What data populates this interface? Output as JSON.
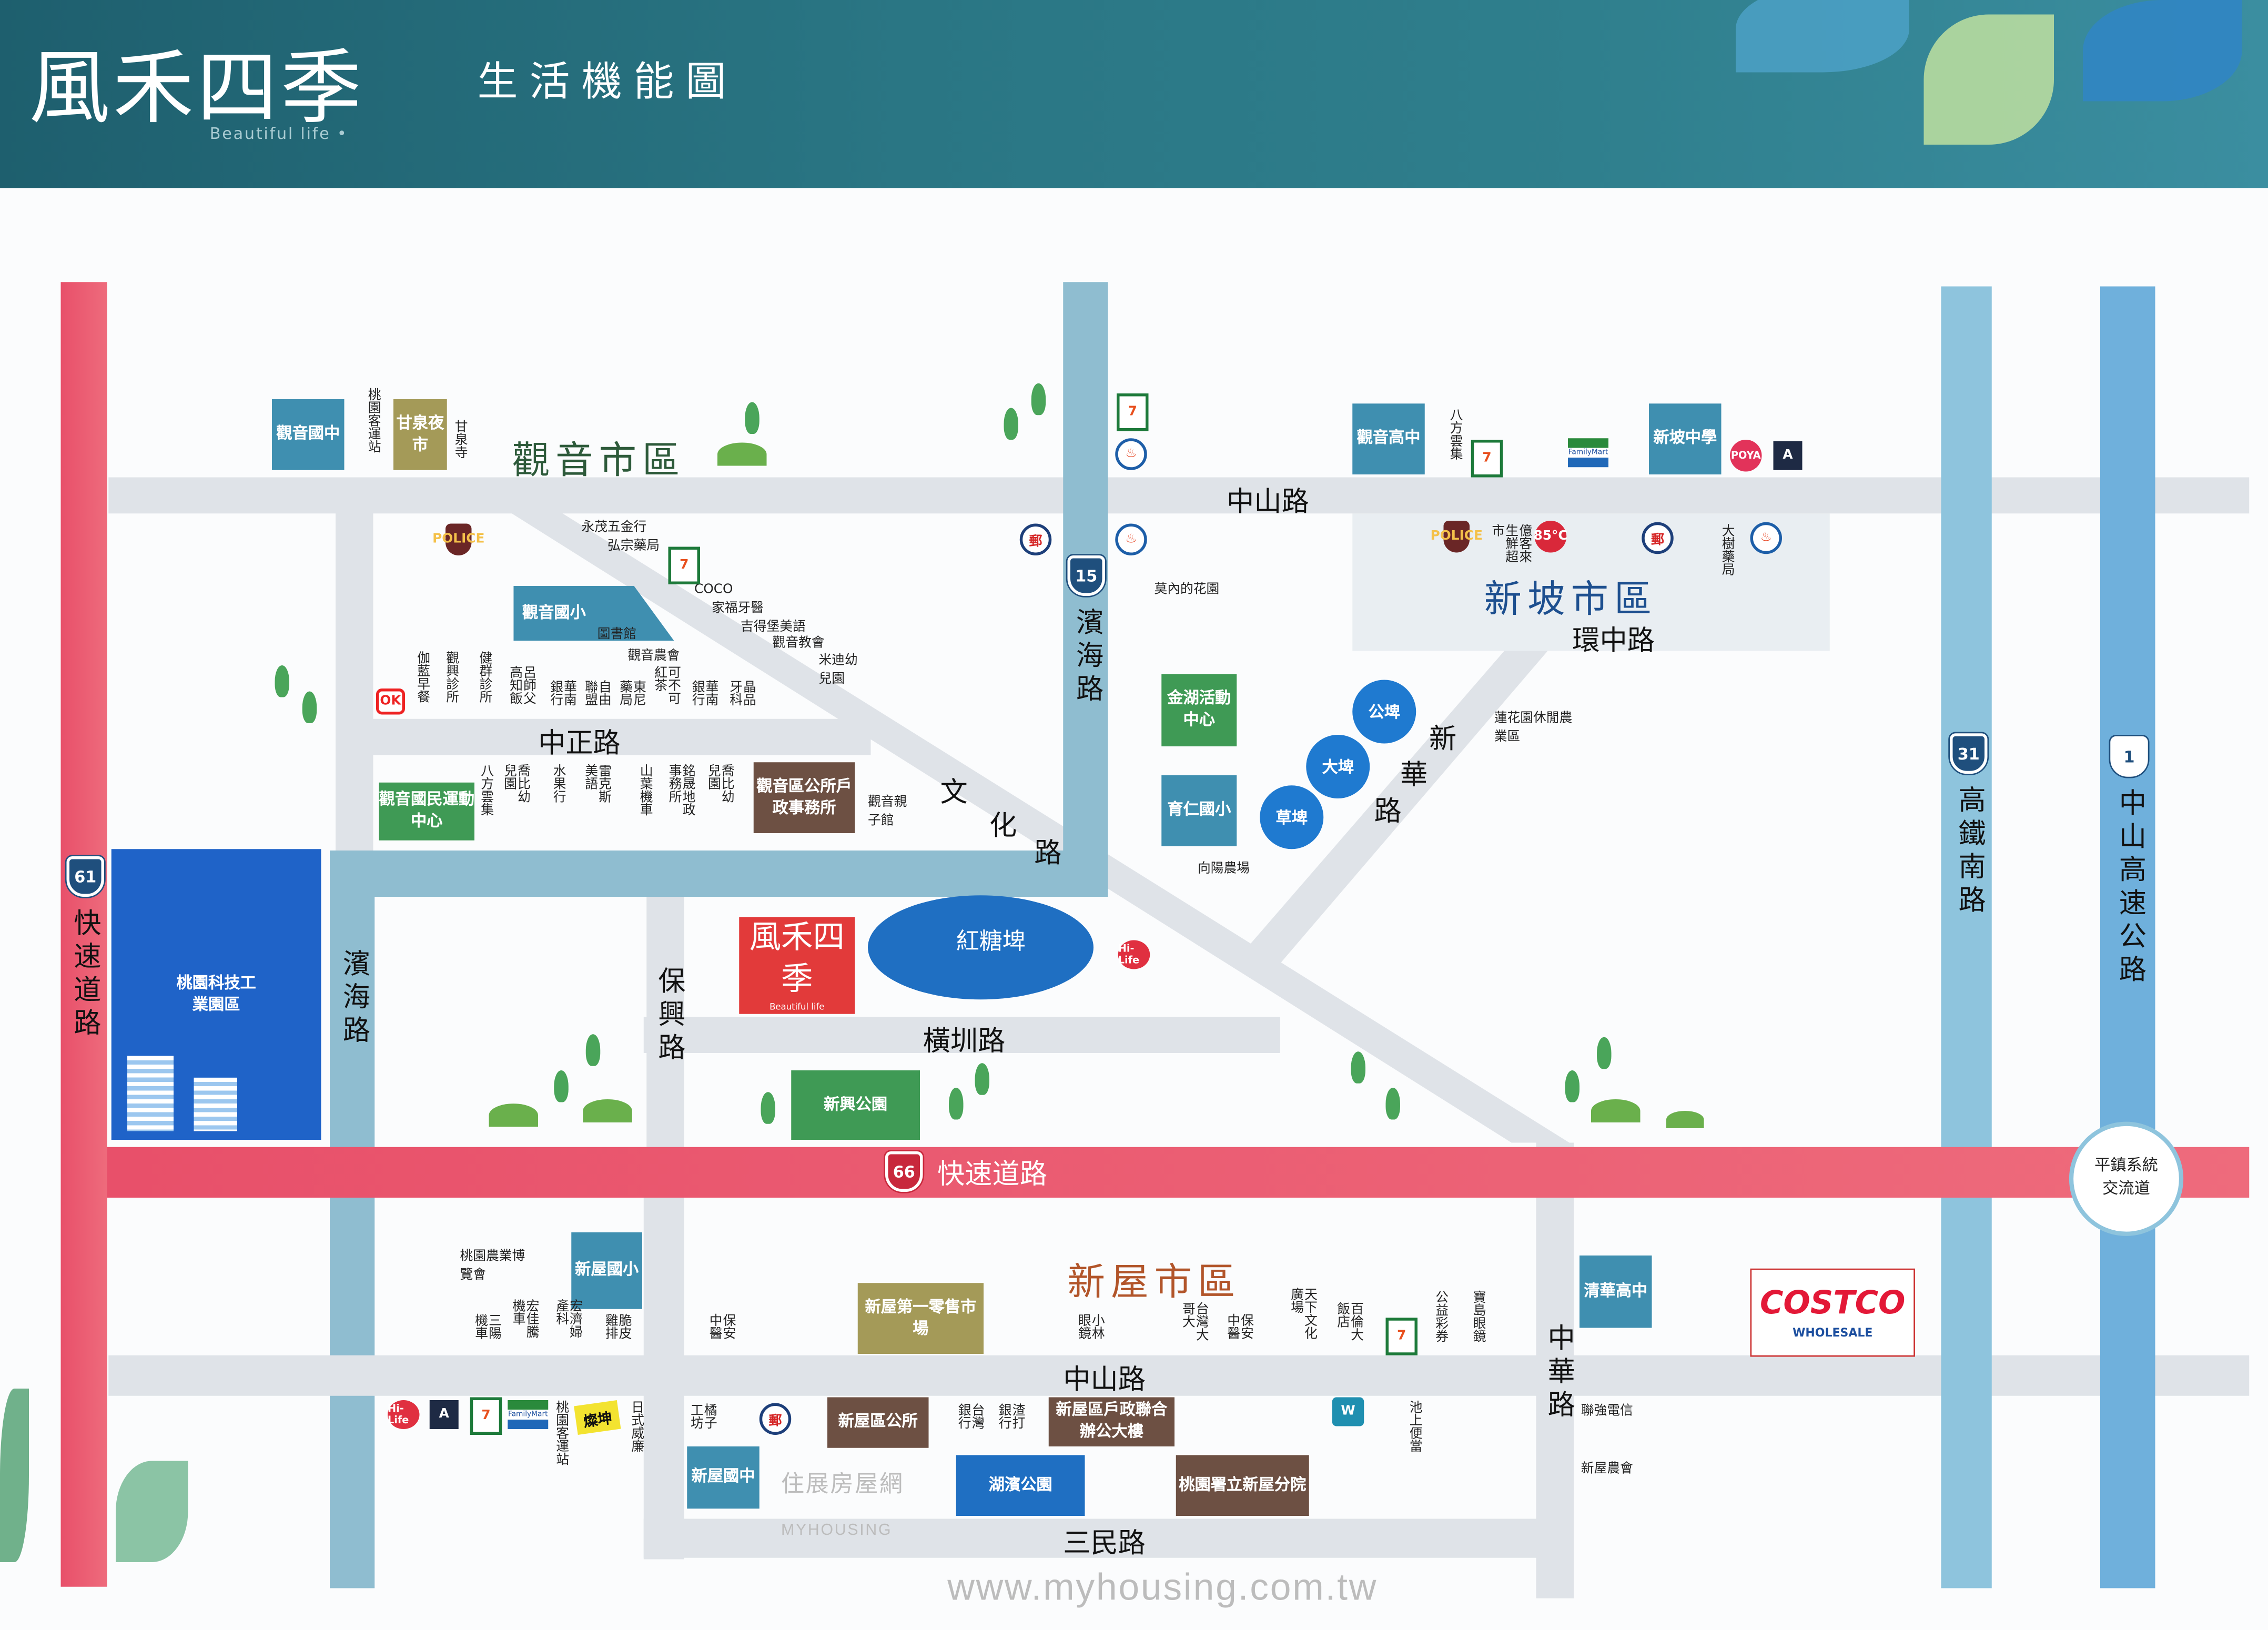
{
  "header": {
    "title": "風禾四季",
    "subtitle_en": "Beautiful life •",
    "map_title": "生活機能圖"
  },
  "colors": {
    "header": "#2a7684",
    "expressway": "#e8506a",
    "coastal_road": "#7fb8cc",
    "hsr_road": "#8ec4dd",
    "freeway": "#6fb0dc",
    "local_road": "#dfe3e8"
  },
  "districts": {
    "guanyin": "觀音市區",
    "xinpo": "新坡市區",
    "xinwu": "新屋市區"
  },
  "roads": {
    "expressway_61": "快速道路",
    "expressway_66": "快速道路",
    "binhai_1": "濱海路",
    "binhai_2": "濱海路",
    "zhongshan_top": "中山路",
    "zhongshan_bottom": "中山路",
    "zhongzheng": "中正路",
    "wenhua": [
      "文",
      "化",
      "路"
    ],
    "huanzhong": "環中路",
    "xinhua": [
      "新",
      "華",
      "路"
    ],
    "baoxing": "保興路",
    "hengzhen": "橫圳路",
    "hsr_south": "高鐵南路",
    "freeway_1": "中山高速公路",
    "zhonghua": "中華路",
    "sanmin": "三民路",
    "interchange": "平鎮系統交流道"
  },
  "shields": {
    "r61": "61",
    "r15": "15",
    "r66": "66",
    "r31": "31",
    "r1": "1"
  },
  "places": {
    "guanyin_jh": "觀音國中",
    "ganquan_market": "甘泉夜市",
    "guanyin_es": "觀音國小",
    "guanyin_sports": "觀音國民運動中心",
    "guanyin_office": "觀音區公所戶政事務所",
    "tech_park": "桃園科技工業園區",
    "project_name": "風禾四季",
    "project_sub": "Beautiful life",
    "lake": "紅糖埤",
    "xinxing_park": "新興公園",
    "jinhu_center": "金湖活動中心",
    "yuren_es": "育仁國小",
    "gongpi": "公埤",
    "dapi": "大埤",
    "caopi": "草埤",
    "guanyin_hs": "觀音高中",
    "xinpo_jh": "新坡中學",
    "xinwu_es": "新屋國小",
    "xinwu_market": "新屋第一零售市場",
    "xinwu_office": "新屋區公所",
    "xinwu_household": "新屋區戶政聯合辦公大樓",
    "xinwu_jh": "新屋國中",
    "hubin_park": "湖濱公園",
    "xinwu_hospital": "桃園署立新屋分院",
    "qinghua_hs": "清華高中",
    "costco": "COSTCO",
    "costco_sub": "WHOLESALE"
  },
  "pois": {
    "guanyin_top": [
      "桃園客運站",
      "甘泉寺"
    ],
    "guanyin_diag": [
      "永茂五金行",
      "弘宗藥局",
      "COCO",
      "家福牙醫",
      "吉得堡美語",
      "觀音教會",
      "米迪幼兒園",
      "圖書館",
      "觀音農會"
    ],
    "zhongzheng_north": [
      "伽藍早餐",
      "觀興診所",
      "健群診所",
      "呂師父高知飯",
      "華南銀行",
      "自由聯盟",
      "東尼藥局",
      "可不可紅茶",
      "華南銀行",
      "晶品牙科"
    ],
    "zhongzheng_south": [
      "八方雲集",
      "喬比幼兒園",
      "水果行",
      "雷克斯美語",
      "山葉機車",
      "銘晟地政事務所",
      "喬比幼兒園",
      "觀音親子館"
    ],
    "middle": [
      "莫內的花園",
      "向陽農場",
      "蓮花園休閒農業區"
    ],
    "xinpo": [
      "八方雲集",
      "億客來生鮮超市",
      "大樹藥局"
    ],
    "xinwu_north": [
      "桃園農業博覽會",
      "三陽機車",
      "宏佳騰機車",
      "宏濟婦產科",
      "脆皮雞排",
      "保安中醫",
      "小林眼鏡",
      "台灣大哥大",
      "保安中醫",
      "天下文化廣場",
      "百倫大飯店",
      "公益彩券",
      "寶島眼鏡"
    ],
    "xinwu_south": [
      "桃園客運站",
      "日式威廉",
      "橘子工坊",
      "台灣銀行",
      "渣打銀行",
      "池上便當",
      "聯強電信",
      "新屋農會"
    ]
  },
  "icons": {
    "seven": "7",
    "family": "FamilyMart",
    "police": "POLICE",
    "post": "郵",
    "cpc": "♨",
    "hilife": "Hi-Life",
    "simple": "A",
    "poya": "POYA",
    "c85": "85°C",
    "ok": "OK",
    "watsons": "W",
    "tsann": "燦坤"
  },
  "watermark": {
    "brand": "住展房屋網",
    "brand_en": "MYHOUSING",
    "url": "www.myhousing.com.tw"
  }
}
